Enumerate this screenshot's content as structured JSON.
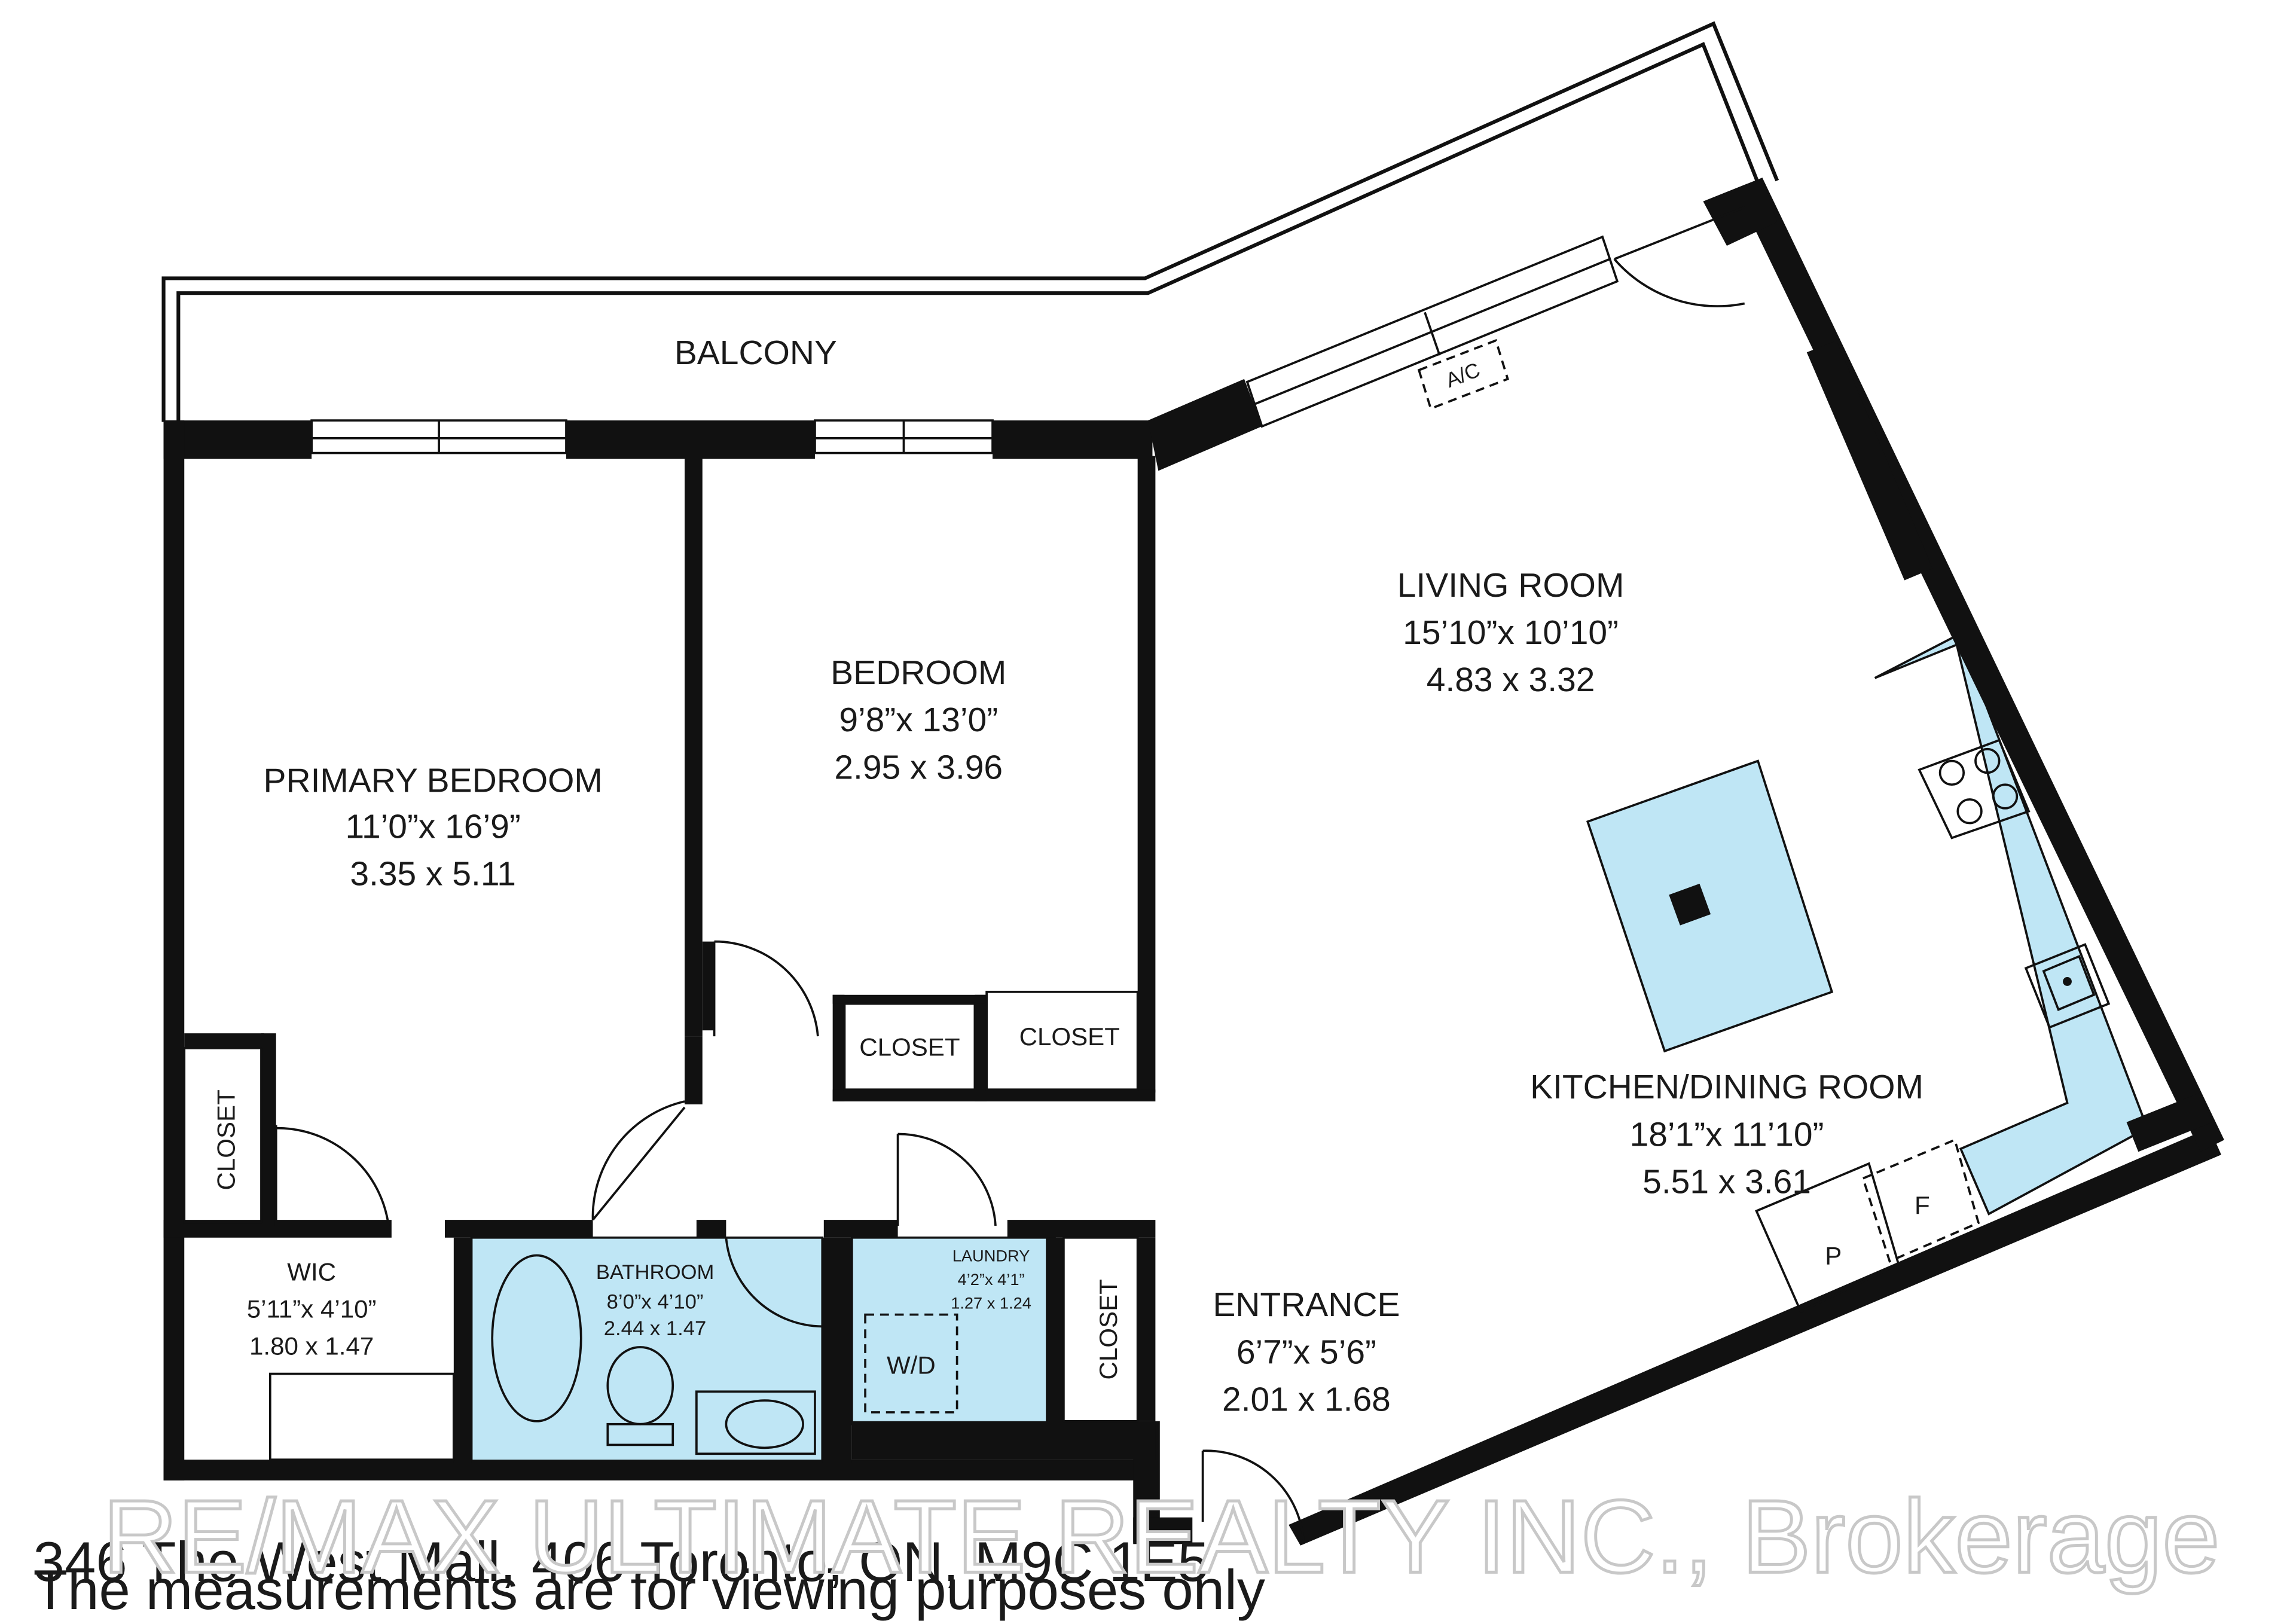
{
  "rooms": {
    "balcony": {
      "name": "BALCONY"
    },
    "primary_bedroom": {
      "name": "PRIMARY BEDROOM",
      "imperial": "11’0”x 16’9”",
      "metric": "3.35 x 5.11"
    },
    "bedroom": {
      "name": "BEDROOM",
      "imperial": "9’8”x 13’0”",
      "metric": "2.95 x 3.96"
    },
    "living_room": {
      "name": "LIVING ROOM",
      "imperial": "15’10”x 10’10”",
      "metric": "4.83 x 3.32"
    },
    "kitchen_dining": {
      "name": "KITCHEN/DINING ROOM",
      "imperial": "18’1”x 11’10”",
      "metric": "5.51 x 3.61"
    },
    "entrance": {
      "name": "ENTRANCE",
      "imperial": "6’7”x 5’6”",
      "metric": "2.01 x 1.68"
    },
    "wic": {
      "name": "WIC",
      "imperial": "5’11”x 4’10”",
      "metric": "1.80 x 1.47"
    },
    "bathroom": {
      "name": "BATHROOM",
      "imperial": "8’0”x 4’10”",
      "metric": "2.44 x 1.47"
    },
    "laundry": {
      "name": "LAUNDRY",
      "imperial": "4’2”x 4’1”",
      "metric": "1.27 x 1.24"
    }
  },
  "fixtures": {
    "closet": "CLOSET",
    "ac": "A/C",
    "washer_dryer": "W/D",
    "pantry": "P",
    "fridge": "F"
  },
  "footer": {
    "address": "346 The West Mall, 406 Toronto, ON, M9C 1E5",
    "disclaimer": "The measurements are for viewing purposes only",
    "watermark": "RE/MAX ULTIMATE REALTY INC., Brokerage"
  },
  "colors": {
    "wall": "#111111",
    "fixture_fill": "#bfe6f5",
    "background": "#ffffff"
  }
}
